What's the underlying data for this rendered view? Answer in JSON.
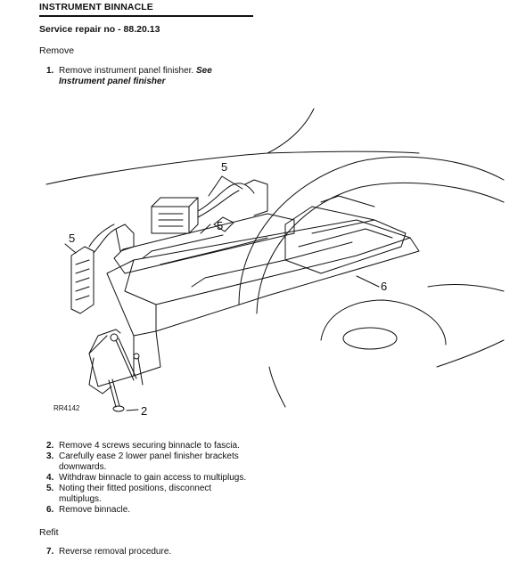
{
  "header": {
    "title": "INSTRUMENT BINNACLE",
    "service_repair": "Service repair no - 88.20.13"
  },
  "remove_section": {
    "heading": "Remove",
    "step1": {
      "number": "1.",
      "text": "Remove instrument panel finisher. ",
      "see": "See",
      "reference": "Instrument panel finisher"
    }
  },
  "figure": {
    "reference_code": "RR4142",
    "callouts": {
      "label_2": "2",
      "label_5_top": "5",
      "label_5_mid": "5",
      "label_5_left": "5",
      "label_6": "6"
    }
  },
  "steps": [
    {
      "number": "2.",
      "lines": [
        "Remove 4 screws securing binnacle to fascia."
      ]
    },
    {
      "number": "3.",
      "lines": [
        "Carefully ease 2 lower panel finisher brackets",
        "downwards."
      ]
    },
    {
      "number": "4.",
      "lines": [
        "Withdraw binnacle to gain access to multiplugs."
      ]
    },
    {
      "number": "5.",
      "lines": [
        "Noting their fitted positions, disconnect",
        "multiplugs."
      ]
    },
    {
      "number": "6.",
      "lines": [
        "Remove binnacle."
      ]
    }
  ],
  "refit_section": {
    "heading": "Refit",
    "step7": {
      "number": "7.",
      "text": "Reverse removal procedure."
    }
  }
}
